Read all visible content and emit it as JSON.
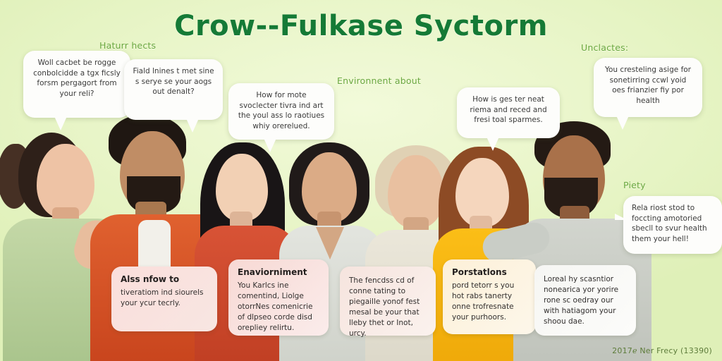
{
  "poster": {
    "title": "Crow--Fulkase Syctorm",
    "background_color": "#eaf6cb",
    "title_color": "#157a36",
    "credit": "2017ℯ Ner Frecy (13390)"
  },
  "section_labels": [
    {
      "id": "natural-effects",
      "text": "Haturr hects"
    },
    {
      "id": "environment-about",
      "text": "Environnent about"
    },
    {
      "id": "includes",
      "text": "Unclactes:"
    },
    {
      "id": "piety",
      "text": "Piety"
    }
  ],
  "bubbles": [
    {
      "id": "bubble-1",
      "text": "Woll cacbet be rogge conbolcidde a tgx ficsly forsm pergagort from your reli?"
    },
    {
      "id": "bubble-2",
      "text": "Fiald lnines t met sine s serye se your aogs out denalt?"
    },
    {
      "id": "bubble-3",
      "text": "How for mote svoclecter tivra ind art the youl ass lo raotiues whiy orerelued."
    },
    {
      "id": "bubble-4",
      "text": "How is ges ter neat riema and reced and fresi toal sparmes."
    },
    {
      "id": "bubble-5",
      "text": "You cresteling asige for sonetirring ccwl yoid oes frianzier fiy por health"
    },
    {
      "id": "bubble-6",
      "text": "Rela riost stod to foccting amotoried sbecll to svur health them your hell!"
    }
  ],
  "cards": [
    {
      "id": "card-1",
      "heading": "Alss nfow to",
      "body": "tiveratiom ind siourels your ycur tecrly.",
      "color": "#f9dcd8"
    },
    {
      "id": "card-2",
      "heading": "Enaviorniment",
      "body": "You Karlcs ine comentind, Liolge otorrNes comenicrie of dlpseo corde disd orepliey relirtu.",
      "color": "#f6d9d4"
    },
    {
      "id": "card-3",
      "heading": "",
      "body": "The fencdss cd of conne tating to piegaille yonof fest mesal be your that lleby thet or Inot, urcy.",
      "color": "#f5e2dc"
    },
    {
      "id": "card-4",
      "heading": "Porstatlons",
      "body": "pord tetorr s you hot rabs tanerty onne trofresnate your purhoors.",
      "color": "#fbeedb"
    },
    {
      "id": "card-5",
      "heading": "",
      "body": "Loreal hy scasntior nonearica yor yorire rone sc oedray our with hatiagom your shoou dae.",
      "color": "#f4f4f2"
    }
  ],
  "people": [
    {
      "id": "person-1",
      "description": "woman-ponytail-green-top",
      "hair": "#3a2a22",
      "skin": "#e8bda0",
      "clothing": "#b5cc97"
    },
    {
      "id": "person-2",
      "description": "man-beard-orange-jacket",
      "hair": "#241b16",
      "skin": "#c08d65",
      "clothing": "#d9542a"
    },
    {
      "id": "person-3",
      "description": "woman-long-black-hair-red-top",
      "hair": "#161313",
      "skin": "#f0cdb0",
      "clothing": "#cf4a2c"
    },
    {
      "id": "person-4",
      "description": "woman-short-hair-grey-top",
      "hair": "#1d1817",
      "skin": "#d8a883",
      "clothing": "#d9dbd2"
    },
    {
      "id": "person-5",
      "description": "older-woman-blonde-cream-top",
      "hair": "#ded0b6",
      "skin": "#e6bf9e",
      "clothing": "#e3dfd2"
    },
    {
      "id": "person-6",
      "description": "woman-auburn-hair-yellow-top",
      "hair": "#8c4a24",
      "skin": "#f3d3b9",
      "clothing": "#f4b512"
    },
    {
      "id": "person-7",
      "description": "man-beard-grey-sweater",
      "hair": "#241a15",
      "skin": "#a9714a",
      "clothing": "#c9cdc6"
    }
  ]
}
